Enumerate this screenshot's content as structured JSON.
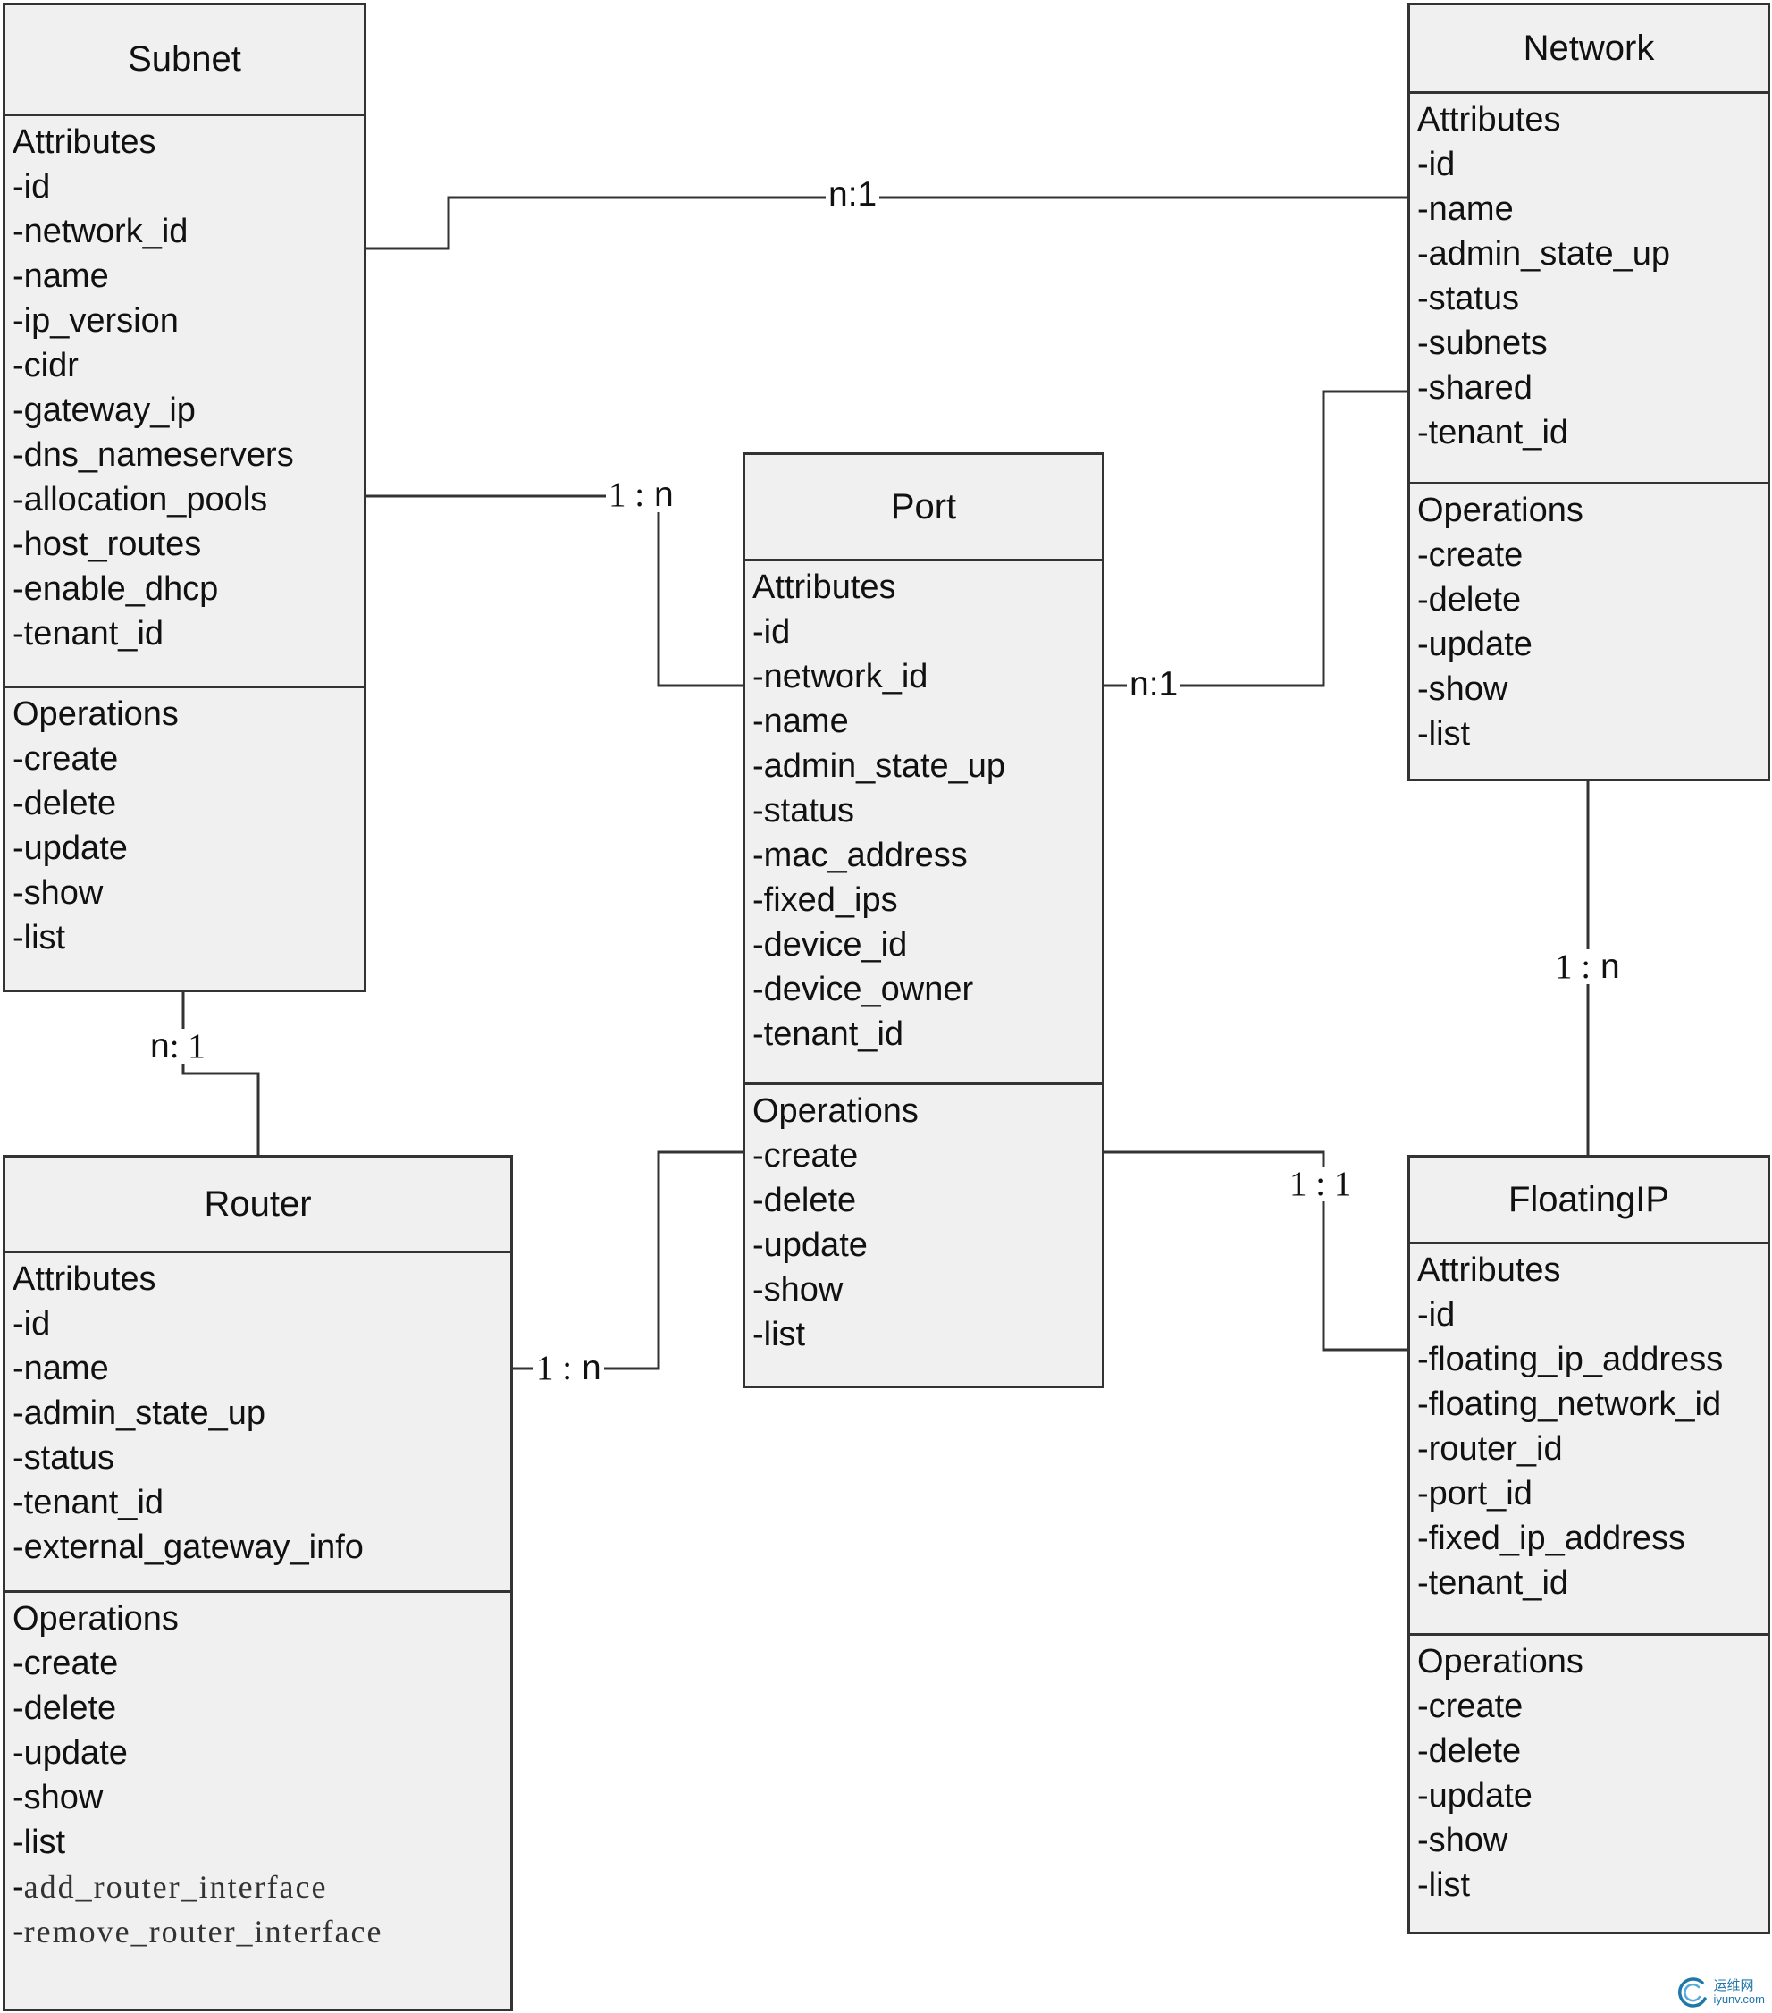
{
  "entities": {
    "subnet": {
      "title": "Subnet",
      "attributes_header": "Attributes",
      "attributes": [
        "-id",
        "-network_id",
        "-name",
        "-ip_version",
        "-cidr",
        "-gateway_ip",
        "-dns_nameservers",
        "-allocation_pools",
        "-host_routes",
        "-enable_dhcp",
        "-tenant_id"
      ],
      "operations_header": "Operations",
      "operations": [
        "-create",
        "-delete",
        "-update",
        "-show",
        "-list"
      ]
    },
    "network": {
      "title": "Network",
      "attributes_header": "Attributes",
      "attributes": [
        "-id",
        "-name",
        "-admin_state_up",
        "-status",
        "-subnets",
        "-shared",
        "-tenant_id"
      ],
      "operations_header": "Operations",
      "operations": [
        "-create",
        "-delete",
        "-update",
        "-show",
        "-list"
      ]
    },
    "port": {
      "title": "Port",
      "attributes_header": "Attributes",
      "attributes": [
        "-id",
        "-network_id",
        "-name",
        "-admin_state_up",
        "-status",
        "-mac_address",
        "-fixed_ips",
        "-device_id",
        "-device_owner",
        "-tenant_id"
      ],
      "operations_header": "Operations",
      "operations": [
        "-create",
        "-delete",
        "-update",
        "-show",
        "-list"
      ]
    },
    "router": {
      "title": "Router",
      "attributes_header": "Attributes",
      "attributes": [
        "-id",
        "-name",
        "-admin_state_up",
        "-status",
        "-tenant_id",
        "-external_gateway_info"
      ],
      "operations_header": "Operations",
      "operations": [
        "-create",
        "-delete",
        "-update",
        "-show",
        "-list"
      ],
      "extra_operations": [
        "add_router_interface",
        "remove_router_interface"
      ],
      "extra_prefix": "-"
    },
    "floatingip": {
      "title": "FloatingIP",
      "attributes_header": "Attributes",
      "attributes": [
        "-id",
        "-floating_ip_address",
        "-floating_network_id",
        "-router_id",
        "-port_id",
        "-fixed_ip_address",
        "-tenant_id"
      ],
      "operations_header": "Operations",
      "operations": [
        "-create",
        "-delete",
        "-update",
        "-show",
        "-list"
      ]
    }
  },
  "relationships": [
    {
      "id": "subnet-network",
      "label": "n:1"
    },
    {
      "id": "subnet-port",
      "label_left": "1 :",
      "label_right": "n"
    },
    {
      "id": "port-network",
      "label": "n:1"
    },
    {
      "id": "network-floatingip",
      "label_left": "1 :",
      "label_right": "n"
    },
    {
      "id": "subnet-router",
      "label_left": "n",
      "label_right": ": 1"
    },
    {
      "id": "router-port",
      "label_left": "1 :",
      "label_right": "n"
    },
    {
      "id": "port-floatingip",
      "label": "1 : 1"
    }
  ],
  "watermark": {
    "text_cn": "运维网",
    "url": "iyunv.com",
    "accent": "#2277aa"
  },
  "colors": {
    "box_fill": "#f0f0f0",
    "border": "#333333",
    "background": "#ffffff"
  }
}
